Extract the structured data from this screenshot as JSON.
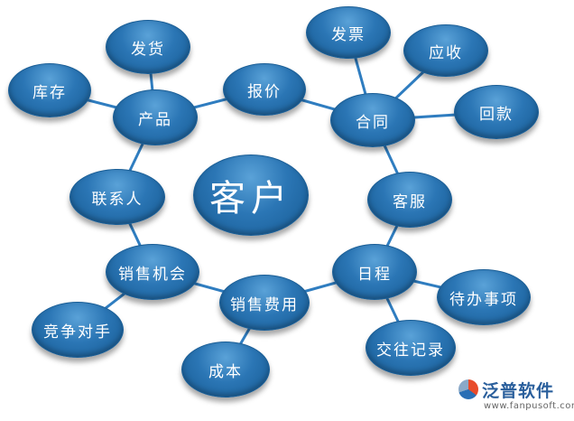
{
  "diagram": {
    "center": "客户",
    "nodes": {
      "kucun": "库存",
      "fahuo": "发货",
      "chanpin": "产品",
      "baojia": "报价",
      "fapiao": "发票",
      "yingshou": "应收",
      "hetong": "合同",
      "huikuan": "回款",
      "kefu": "客服",
      "lianxiren": "联系人",
      "xiaoshoujihui": "销售机会",
      "richeng": "日程",
      "daibanshixiang": "待办事项",
      "xiaoshoufeiyong": "销售费用",
      "jingzhengduishou": "竞争对手",
      "jiaowangjilu": "交往记录",
      "chengben": "成本"
    },
    "colors": {
      "node_fill": "#2b76b5",
      "node_highlight": "#5aa2d8",
      "link": "#2f7dc0",
      "text": "#ffffff"
    }
  },
  "brand": {
    "name": "泛普软件",
    "url": "www.fanpusoft.com"
  }
}
